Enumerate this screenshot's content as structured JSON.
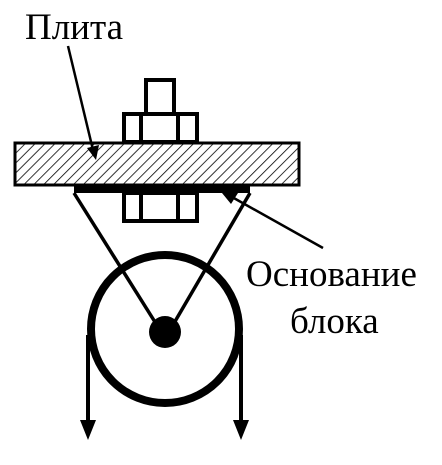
{
  "labels": {
    "plate": "Плита",
    "block_base_line1": "Основание",
    "block_base_line2": "блока"
  },
  "colors": {
    "ink": "#000000",
    "background": "#ffffff"
  }
}
